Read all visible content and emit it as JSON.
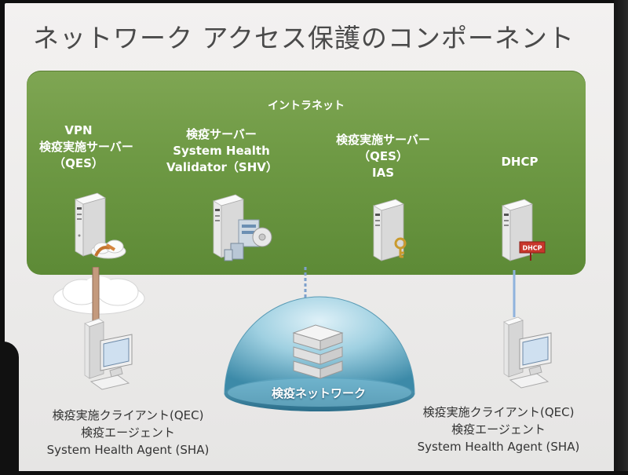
{
  "slide": {
    "title": "ネットワーク アクセス保護のコンポーネント"
  },
  "intranet": {
    "label": "イントラネット"
  },
  "servers": [
    {
      "line1": "VPN",
      "line2": "検疫実施サーバー",
      "line3": "（QES）"
    },
    {
      "line1": "検疫サーバー",
      "line2": "System Health",
      "line3": "Validator（SHV）"
    },
    {
      "line1": "検疫実施サーバー",
      "line2": "（QES）",
      "line3": "IAS"
    },
    {
      "line1": "DHCP"
    }
  ],
  "dhcp_badge": "DHCP",
  "quarantine_network": {
    "label": "検疫ネットワーク"
  },
  "clients": [
    {
      "line1": "検疫実施クライアント(QEC)",
      "line2": "検疫エージェント",
      "line3": "System Health Agent (SHA)"
    },
    {
      "line1": "検疫実施クライアント(QEC)",
      "line2": "検疫エージェント",
      "line3": "System Health Agent (SHA)"
    }
  ],
  "colors": {
    "intranet_green": "#6f9a45",
    "dome_blue": "#7fb8cf",
    "link_blue": "#8fb3dd",
    "vpn_tunnel": "#b9876a"
  }
}
